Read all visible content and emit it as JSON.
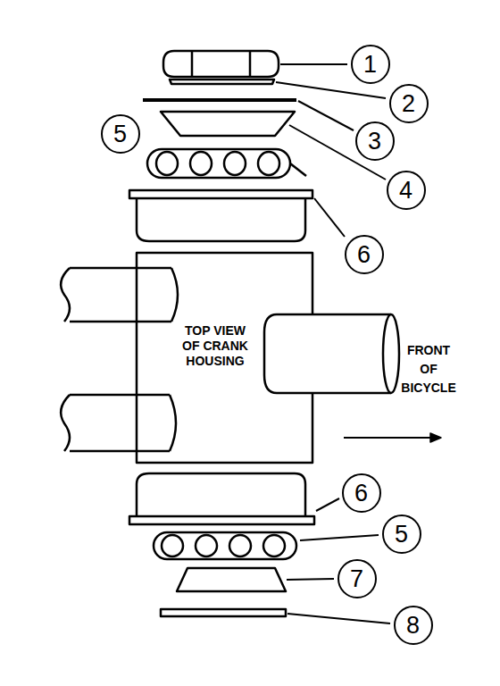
{
  "diagram": {
    "nodes": [
      {
        "text": [
          "TOP VIEW OF CRANK HOUSING"
        ]
      }
    ],
    "labels": [
      "1",
      "2",
      "5",
      "3",
      "4",
      "6",
      "FRONT OF BICYCLE",
      "6",
      "5",
      "7",
      "8"
    ]
  }
}
